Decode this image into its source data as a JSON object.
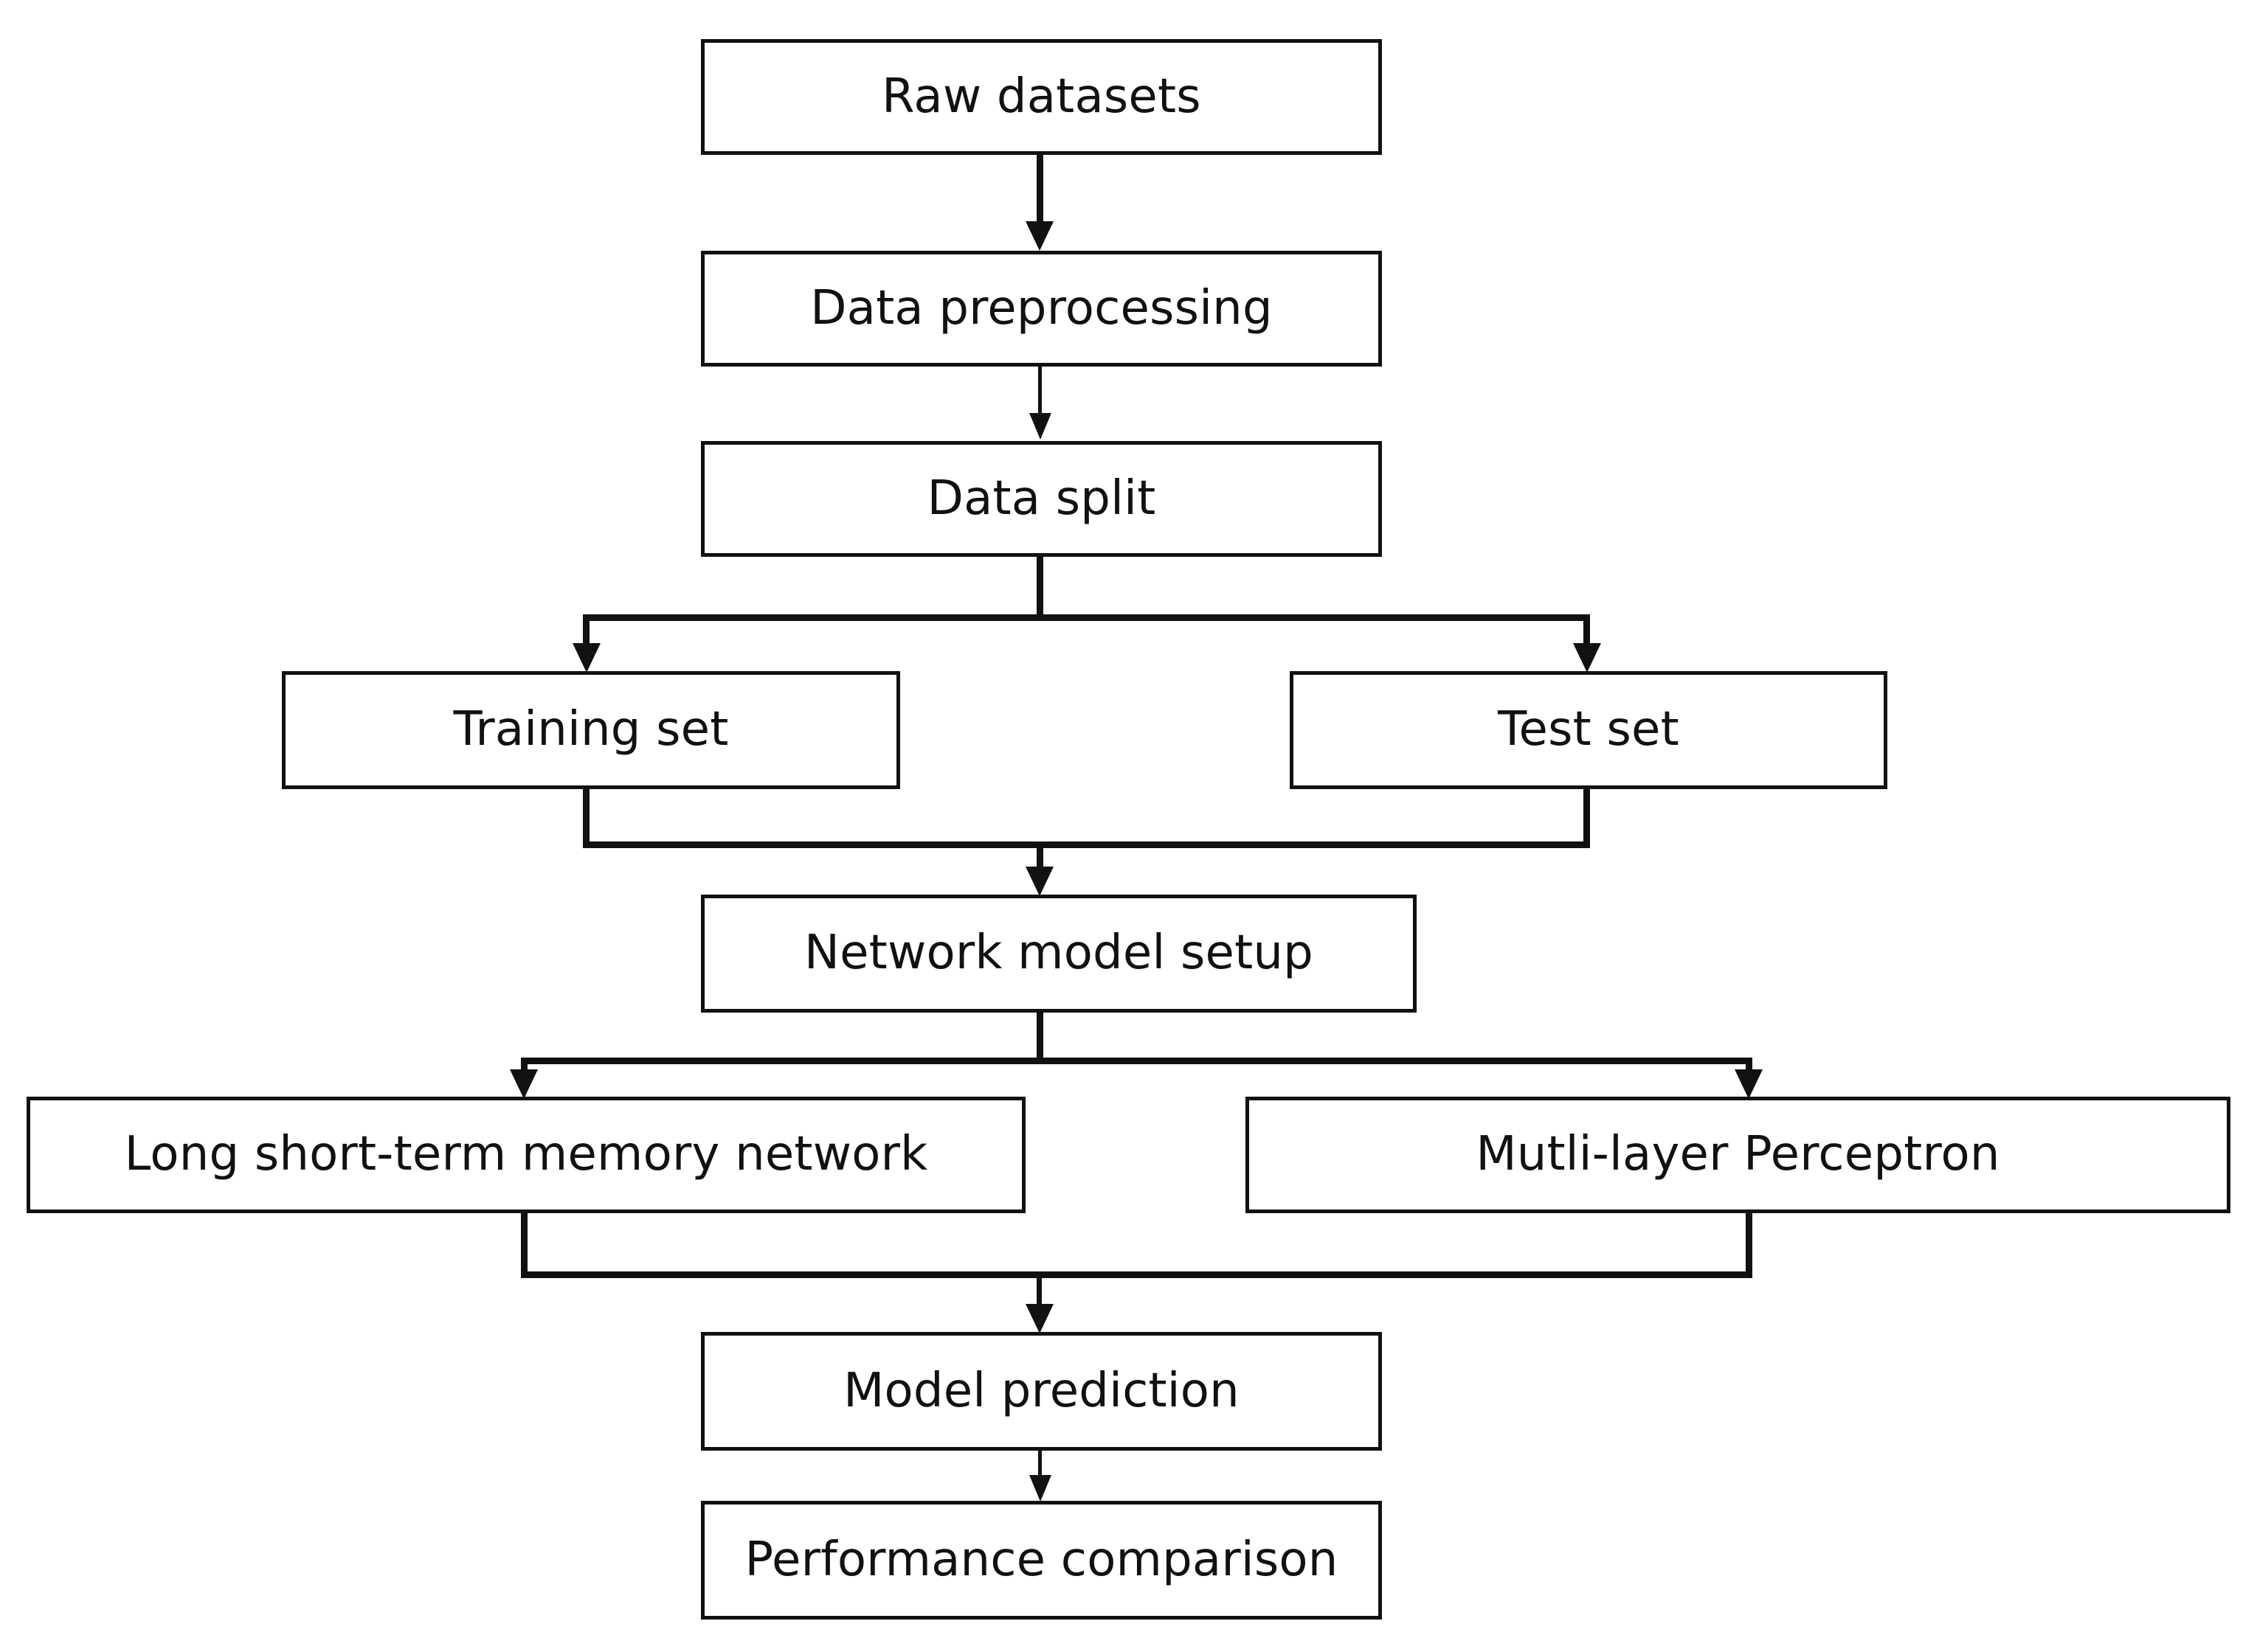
{
  "diagram": {
    "title": "Machine learning workflow flowchart",
    "type": "flowchart",
    "orientation": "top-to-bottom",
    "background_color": "#ffffff",
    "line_color": "#111111",
    "text_color": "#111111",
    "nodes": [
      {
        "id": "raw-datasets",
        "label": "Raw datasets"
      },
      {
        "id": "data-preprocessing",
        "label": "Data preprocessing"
      },
      {
        "id": "data-split",
        "label": "Data split"
      },
      {
        "id": "training-set",
        "label": "Training set"
      },
      {
        "id": "test-set",
        "label": "Test set"
      },
      {
        "id": "network-model-setup",
        "label": "Network model setup"
      },
      {
        "id": "lstm",
        "label": "Long short-term memory network"
      },
      {
        "id": "mlp",
        "label": "Mutli-layer Perceptron"
      },
      {
        "id": "model-prediction",
        "label": "Model prediction"
      },
      {
        "id": "performance-comparison",
        "label": "Performance comparison"
      }
    ],
    "edges": [
      {
        "from": "raw-datasets",
        "to": "data-preprocessing",
        "style": "arrow"
      },
      {
        "from": "data-preprocessing",
        "to": "data-split",
        "style": "arrow"
      },
      {
        "from": "data-split",
        "to": "training-set",
        "style": "branch-arrow"
      },
      {
        "from": "data-split",
        "to": "test-set",
        "style": "branch-arrow"
      },
      {
        "from": "training-set",
        "to": "network-model-setup",
        "style": "merge-arrow"
      },
      {
        "from": "test-set",
        "to": "network-model-setup",
        "style": "merge-arrow"
      },
      {
        "from": "network-model-setup",
        "to": "lstm",
        "style": "branch-arrow"
      },
      {
        "from": "network-model-setup",
        "to": "mlp",
        "style": "branch-arrow"
      },
      {
        "from": "lstm",
        "to": "model-prediction",
        "style": "merge-arrow"
      },
      {
        "from": "mlp",
        "to": "model-prediction",
        "style": "merge-arrow"
      },
      {
        "from": "model-prediction",
        "to": "performance-comparison",
        "style": "arrow"
      }
    ]
  }
}
